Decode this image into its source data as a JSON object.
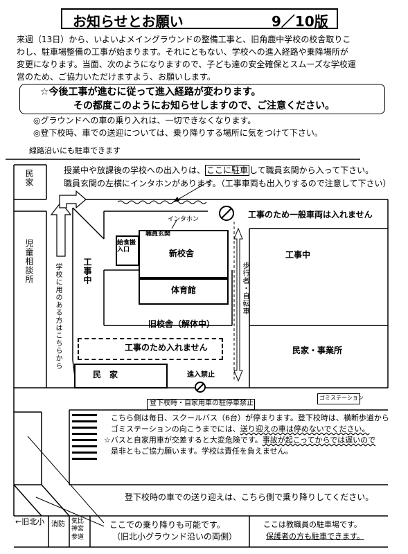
{
  "header": {
    "title": "お知らせとお願い",
    "edition": "9／10版"
  },
  "intro": {
    "line1": "来週（13日）から、いよいよメイングラウンドの整備工事と、旧角鹿中学校の校舎取りこ",
    "line2": "わし、駐車場整備の工事が始まります。それにともない、学校への進入経路や乗降場所が",
    "line3": "変更になります。当面、次のようになりますので、子ども達の安全確保とスムーズな学校運",
    "line4": "営のため、ご協力いただけますよう、お願いします。"
  },
  "notice": {
    "line1": "☆今後工事が進むに従って進入経路が変わります。",
    "line2": "その都度このようにお知らせしますので、ご注意ください。"
  },
  "bullets": {
    "b1": "◎グラウンドへの車の乗り入れは、一切できなくなります。",
    "b2": "◎登下校時、車での送迎については、乗り降りする場所に気をつけて下さい。"
  },
  "map": {
    "railway_note": "線路沿いにも駐車できます",
    "entrance_note_1a": "授業中や放課後の学校への出入りは、",
    "entrance_note_1b": "ここに駐車",
    "entrance_note_1c": "して職員玄関から入って下さい。",
    "entrance_note_2": "職員玄関の左横にインタホンがあります。（工事車両も出入りするので注意して下さい）",
    "minka_left": "民家",
    "jidou_soudanjo": "児童相談所",
    "school_route": "学校に用のある方はこちらから",
    "koujichu_left": "工事中",
    "intercom": "インタホン",
    "staff_entrance": "職員玄関",
    "kyushoku_entrance": "給食搬入口",
    "new_building": "新校舎",
    "gym": "体育館",
    "old_building": "旧校舎（解体中）",
    "no_entry_construction": "工事のため入れません",
    "minka_bottom": "民　家",
    "no_entry": "進入禁止",
    "general_cars_no": "工事のため一般車両は入れません",
    "koujichu_right": "工事中",
    "ped_bike": "歩行者・自転車",
    "residence_office": "民家・事業所",
    "no_parking_label": "登下校時・自家用車の駐停車禁止",
    "garbage_station": "ゴミステーション",
    "bus_note_1": "こちら側は毎日、スクールバス（6台）が停まります。登下校時は、横断歩道から",
    "bus_note_2a": "ゴミステーションの向こうまでには、",
    "bus_note_2b": "送り迎えの車は停めないでください。",
    "bus_note_3a": "☆バスと自家用車が交差すると大変危険です。",
    "bus_note_3b": "事故が起こってからでは遅いので",
    "bus_note_4": "是非ともご協力願います。学校は責任を負えません。",
    "dropoff_note": "登下校時の車での送り迎えは、こちら側で乗り降りしてください。",
    "kyu_kitasho": "←旧北小",
    "shobo": "消防",
    "kehi_jingu_sando": "気比神宮参道",
    "alt_stop_1": "ここでの乗り降りも可能です。",
    "alt_stop_2": "（旧北小グラウンド沿いの両側）",
    "staff_parking_1": "ここは教職員の駐車場です。",
    "staff_parking_2": "保護者の方も駐車できます。"
  }
}
